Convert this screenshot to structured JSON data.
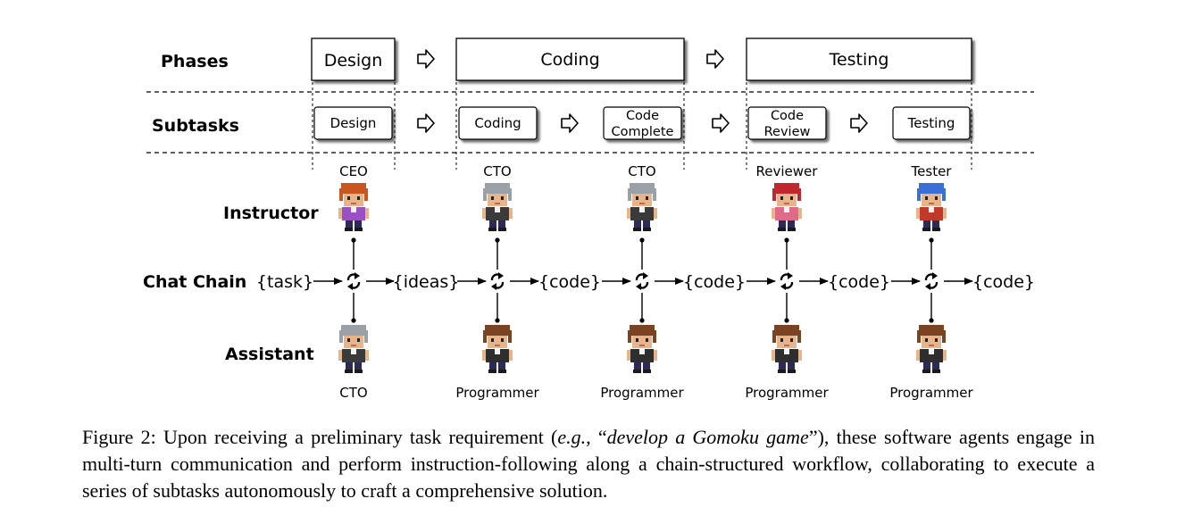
{
  "row_labels": {
    "phases": "Phases",
    "subtasks": "Subtasks",
    "instructor": "Instructor",
    "chat_chain": "Chat Chain",
    "assistant": "Assistant"
  },
  "phases": [
    {
      "label": "Design"
    },
    {
      "label": "Coding"
    },
    {
      "label": "Testing"
    }
  ],
  "subtasks": [
    {
      "lines": [
        "Design"
      ]
    },
    {
      "lines": [
        "Coding"
      ]
    },
    {
      "lines": [
        "Code",
        "Complete"
      ]
    },
    {
      "lines": [
        "Code",
        "Review"
      ]
    },
    {
      "lines": [
        "Testing"
      ]
    }
  ],
  "instructors": [
    {
      "role": "CEO",
      "hair": "#c8561e",
      "shirt": "#9b4fc4"
    },
    {
      "role": "CTO",
      "hair": "#9aa0a8",
      "shirt": "#3a3a3a"
    },
    {
      "role": "CTO",
      "hair": "#9aa0a8",
      "shirt": "#3a3a3a"
    },
    {
      "role": "Reviewer",
      "hair": "#c0282e",
      "shirt": "#e06a8a"
    },
    {
      "role": "Tester",
      "hair": "#3a6fd8",
      "shirt": "#c0392b"
    }
  ],
  "assistants": [
    {
      "role": "CTO",
      "hair": "#9aa0a8",
      "shirt": "#3a3a3a"
    },
    {
      "role": "Programmer",
      "hair": "#7a4422",
      "shirt": "#2e2e2e"
    },
    {
      "role": "Programmer",
      "hair": "#7a4422",
      "shirt": "#2e2e2e"
    },
    {
      "role": "Programmer",
      "hair": "#7a4422",
      "shirt": "#2e2e2e"
    },
    {
      "role": "Programmer",
      "hair": "#7a4422",
      "shirt": "#2e2e2e"
    }
  ],
  "chain_tokens": [
    "{task}",
    "{ideas}",
    "{code}",
    "{code}",
    "{code}",
    "{code}"
  ],
  "caption": {
    "prefix": "Figure 2:  Upon receiving a preliminary task requirement (",
    "eg": "e.g.,",
    "open_quote": " “",
    "example": "develop a Gomoku game",
    "suffix": "”), these software agents engage in multi-turn communication and perform instruction-following along a chain-structured workflow, collaborating to execute a series of subtasks autonomously to craft a comprehensive solution."
  }
}
